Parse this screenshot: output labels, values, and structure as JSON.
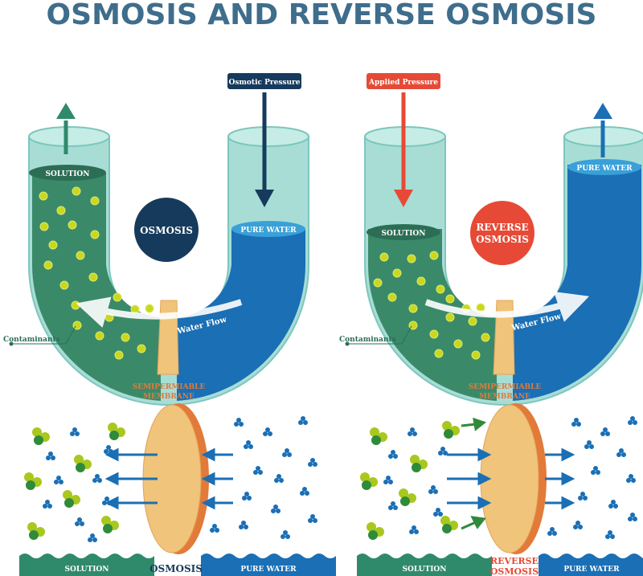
{
  "title": "OSMOSIS AND REVERSE OSMOSIS",
  "colors": {
    "title": "#3f6d8c",
    "solution": "#3a8a6a",
    "solution_dark": "#2c6e55",
    "pure_water": "#1a6fb5",
    "pure_water_light": "#3aa0d8",
    "tube_glass": "#a8ddd6",
    "membrane": "#f0c47a",
    "membrane_edge": "#e27a3a",
    "osmosis_circle": "#163a5c",
    "reverse_circle": "#e64a36",
    "osmotic_arrow": "#163a5c",
    "applied_arrow": "#e64a36",
    "up_arrow_left": "#2f8a6c",
    "up_arrow_right": "#1a6fb5",
    "contaminant": "#c8d820"
  },
  "left": {
    "pressure_label": "Osmotic Pressure",
    "solution_label": "SOLUTION",
    "pure_water_label": "PURE WATER",
    "center_label": "OSMOSIS",
    "water_flow_label": "Water Flow",
    "contaminants_label": "Contaminants",
    "membrane_label_1": "SEMIPERMIABLE",
    "membrane_label_2": "MEMBRANE",
    "bottom_solution": "SOLUTION",
    "bottom_center": "OSMOSIS",
    "bottom_pure": "PURE WATER"
  },
  "right": {
    "pressure_label": "Applied Pressure",
    "solution_label": "SOLUTION",
    "pure_water_label": "PURE WATER",
    "center_label_1": "REVERSE",
    "center_label_2": "OSMOSIS",
    "water_flow_label": "Water Flow",
    "contaminants_label": "Contaminants",
    "membrane_label_1": "SEMIPERMIABLE",
    "membrane_label_2": "MEMBRANE",
    "bottom_solution": "SOLUTION",
    "bottom_center_1": "REVERSE",
    "bottom_center_2": "OSMOSIS",
    "bottom_pure": "PURE WATER"
  }
}
